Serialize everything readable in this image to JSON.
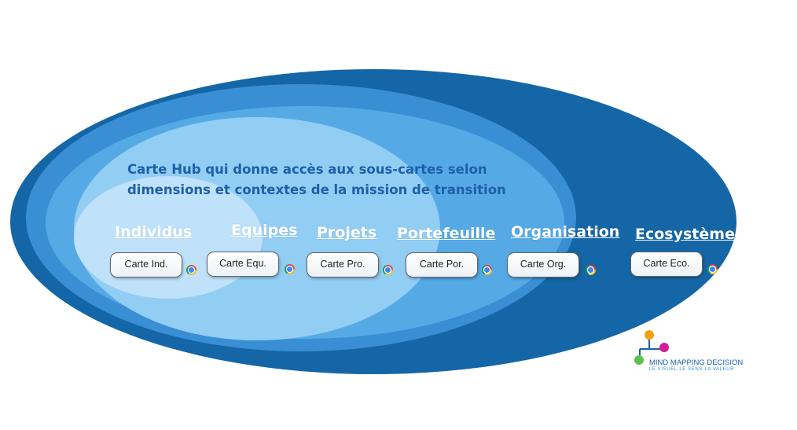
{
  "title_lines": [
    "Carte Hub qui donne accès aux sous-cartes selon",
    "dimensions et contextes de la mission de transition"
  ],
  "dimensions": [
    {
      "label": "Individus",
      "card": "Carte Ind."
    },
    {
      "label": "Equipes",
      "card": "Carte Equ."
    },
    {
      "label": "Projets",
      "card": "Carte Pro."
    },
    {
      "label": "Portefeuille",
      "card": "Carte Por."
    },
    {
      "label": "Organisation",
      "card": "Carte Org."
    },
    {
      "label": "Ecosystème",
      "card": "Carte Eco."
    }
  ],
  "logo": {
    "name": "MIND MAPPING DECISION",
    "tagline": "LE VISUEL·LE SENS·LA VALEUR"
  },
  "colors": {
    "ring_1": "#1566a6",
    "ring_2": "#3a8fd4",
    "ring_3": "#55aae6",
    "ring_4": "#92cdf4",
    "ring_5": "#bfe1f9",
    "title": "#1e5fa8",
    "dimension_label": "#ffffff",
    "logo_orange": "#f2a10f",
    "logo_magenta": "#d41f9c",
    "logo_green": "#5cc24c"
  }
}
